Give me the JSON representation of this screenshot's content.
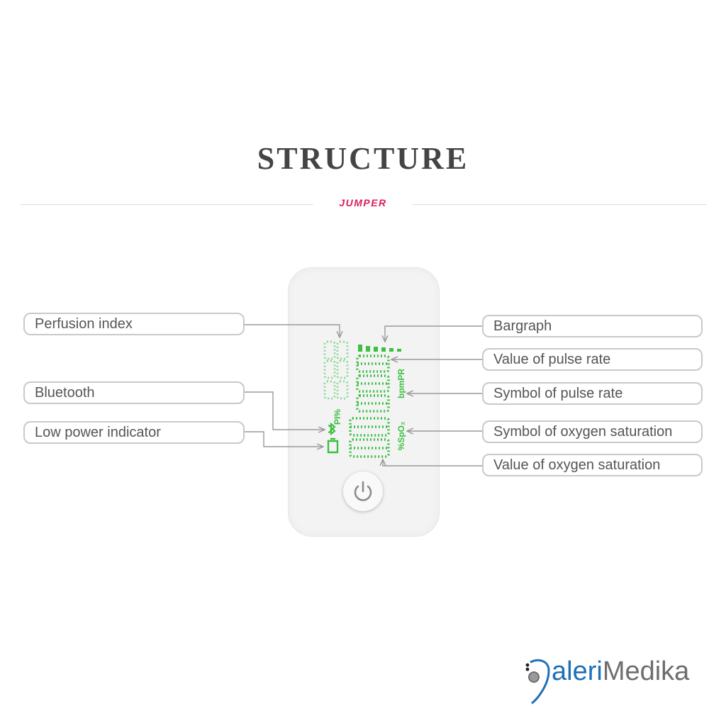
{
  "title": "STRUCTURE",
  "brand": "JUMPER",
  "labels": {
    "perfusion_index": "Perfusion index",
    "bluetooth": "Bluetooth",
    "low_power": "Low power indicator",
    "bargraph": "Bargraph",
    "pulse_value": "Value of pulse rate",
    "pulse_symbol": "Symbol of pulse rate",
    "spo2_symbol": "Symbol of oxygen saturation",
    "spo2_value": "Value of oxygen saturation"
  },
  "screen": {
    "pi_symbol": "PI%",
    "bpm_symbol": "bpmPR",
    "spo2_symbol": "%SpO₂"
  },
  "watermark": {
    "part1": "aleri",
    "part2": "Medika"
  },
  "colors": {
    "led_green": "#3cc043",
    "brand_pink": "#d8205a",
    "border_gray": "#c9c9c9"
  },
  "icons": [
    "bluetooth-icon",
    "battery-icon",
    "power-icon",
    "stethoscope-icon"
  ]
}
